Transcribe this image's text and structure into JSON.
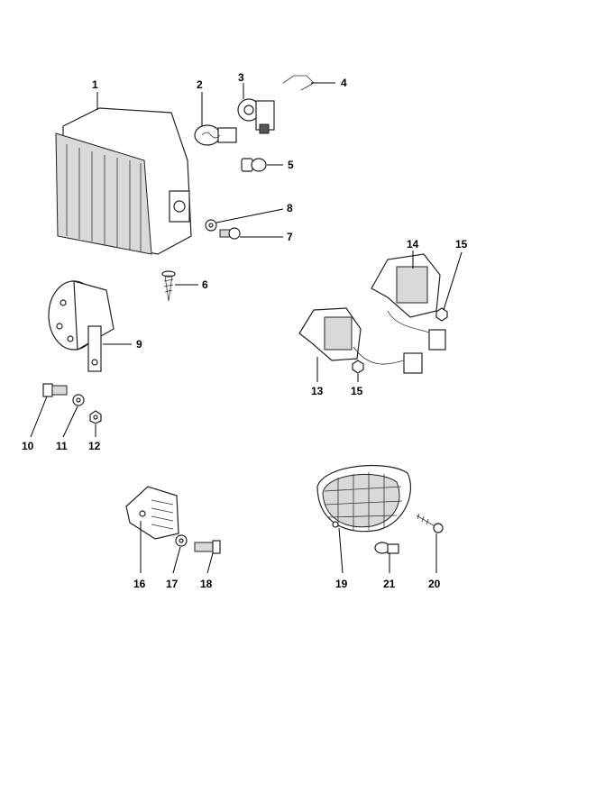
{
  "callouts": [
    {
      "id": "1",
      "text": "1"
    },
    {
      "id": "2",
      "text": "2"
    },
    {
      "id": "3",
      "text": "3"
    },
    {
      "id": "4",
      "text": "4"
    },
    {
      "id": "5",
      "text": "5"
    },
    {
      "id": "6",
      "text": "6"
    },
    {
      "id": "7",
      "text": "7"
    },
    {
      "id": "8",
      "text": "8"
    },
    {
      "id": "9",
      "text": "9"
    },
    {
      "id": "10",
      "text": "10"
    },
    {
      "id": "11",
      "text": "11"
    },
    {
      "id": "12",
      "text": "12"
    },
    {
      "id": "13",
      "text": "13"
    },
    {
      "id": "14",
      "text": "14"
    },
    {
      "id": "15a",
      "text": "15"
    },
    {
      "id": "15b",
      "text": "15"
    },
    {
      "id": "16",
      "text": "16"
    },
    {
      "id": "17",
      "text": "17"
    },
    {
      "id": "18",
      "text": "18"
    },
    {
      "id": "19",
      "text": "19"
    },
    {
      "id": "20",
      "text": "20"
    },
    {
      "id": "21",
      "text": "21"
    }
  ]
}
